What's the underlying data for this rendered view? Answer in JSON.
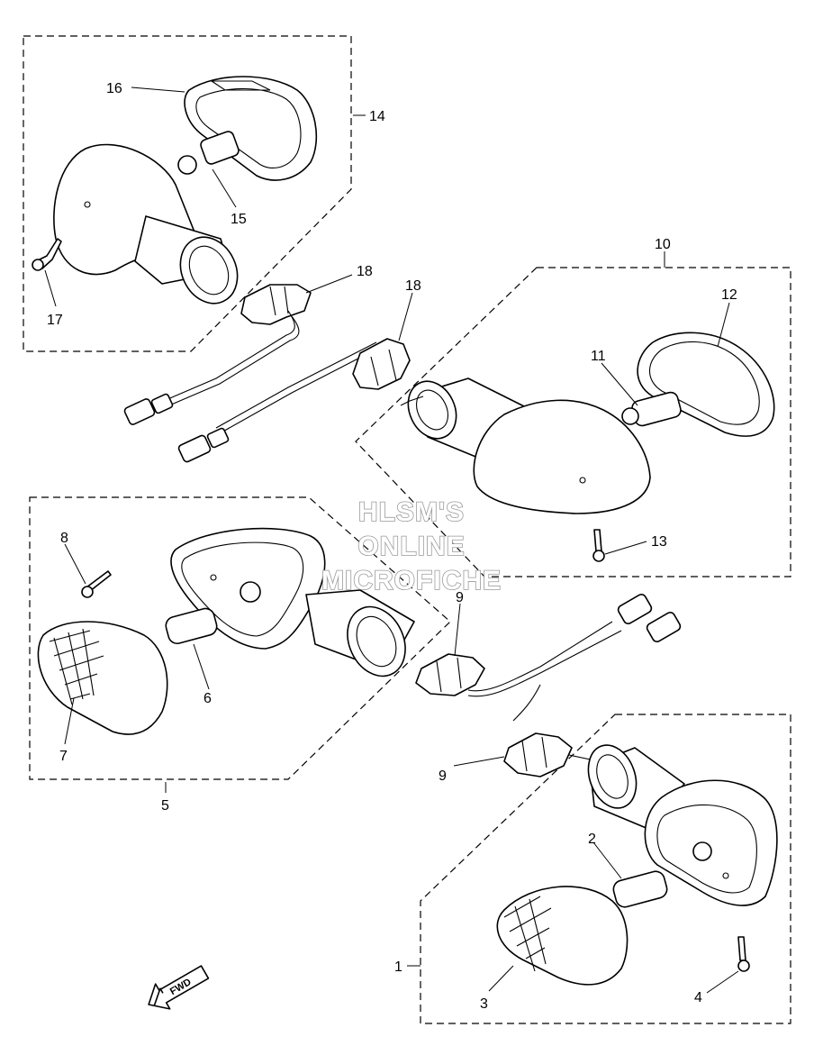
{
  "watermark": {
    "line1": "HLSM'S",
    "line2": "ONLINE",
    "line3": "MICROFICHE"
  },
  "direction_indicator": "FWD",
  "callouts": [
    {
      "key": "c1",
      "label": "1"
    },
    {
      "key": "c2",
      "label": "2"
    },
    {
      "key": "c3",
      "label": "3"
    },
    {
      "key": "c4",
      "label": "4"
    },
    {
      "key": "c5",
      "label": "5"
    },
    {
      "key": "c6",
      "label": "6"
    },
    {
      "key": "c7",
      "label": "7"
    },
    {
      "key": "c8",
      "label": "8"
    },
    {
      "key": "c9a",
      "label": "9"
    },
    {
      "key": "c9b",
      "label": "9"
    },
    {
      "key": "c10",
      "label": "10"
    },
    {
      "key": "c11",
      "label": "11"
    },
    {
      "key": "c12",
      "label": "12"
    },
    {
      "key": "c13",
      "label": "13"
    },
    {
      "key": "c14",
      "label": "14"
    },
    {
      "key": "c15",
      "label": "15"
    },
    {
      "key": "c16",
      "label": "16"
    },
    {
      "key": "c17",
      "label": "17"
    },
    {
      "key": "c18a",
      "label": "18"
    },
    {
      "key": "c18b",
      "label": "18"
    }
  ]
}
